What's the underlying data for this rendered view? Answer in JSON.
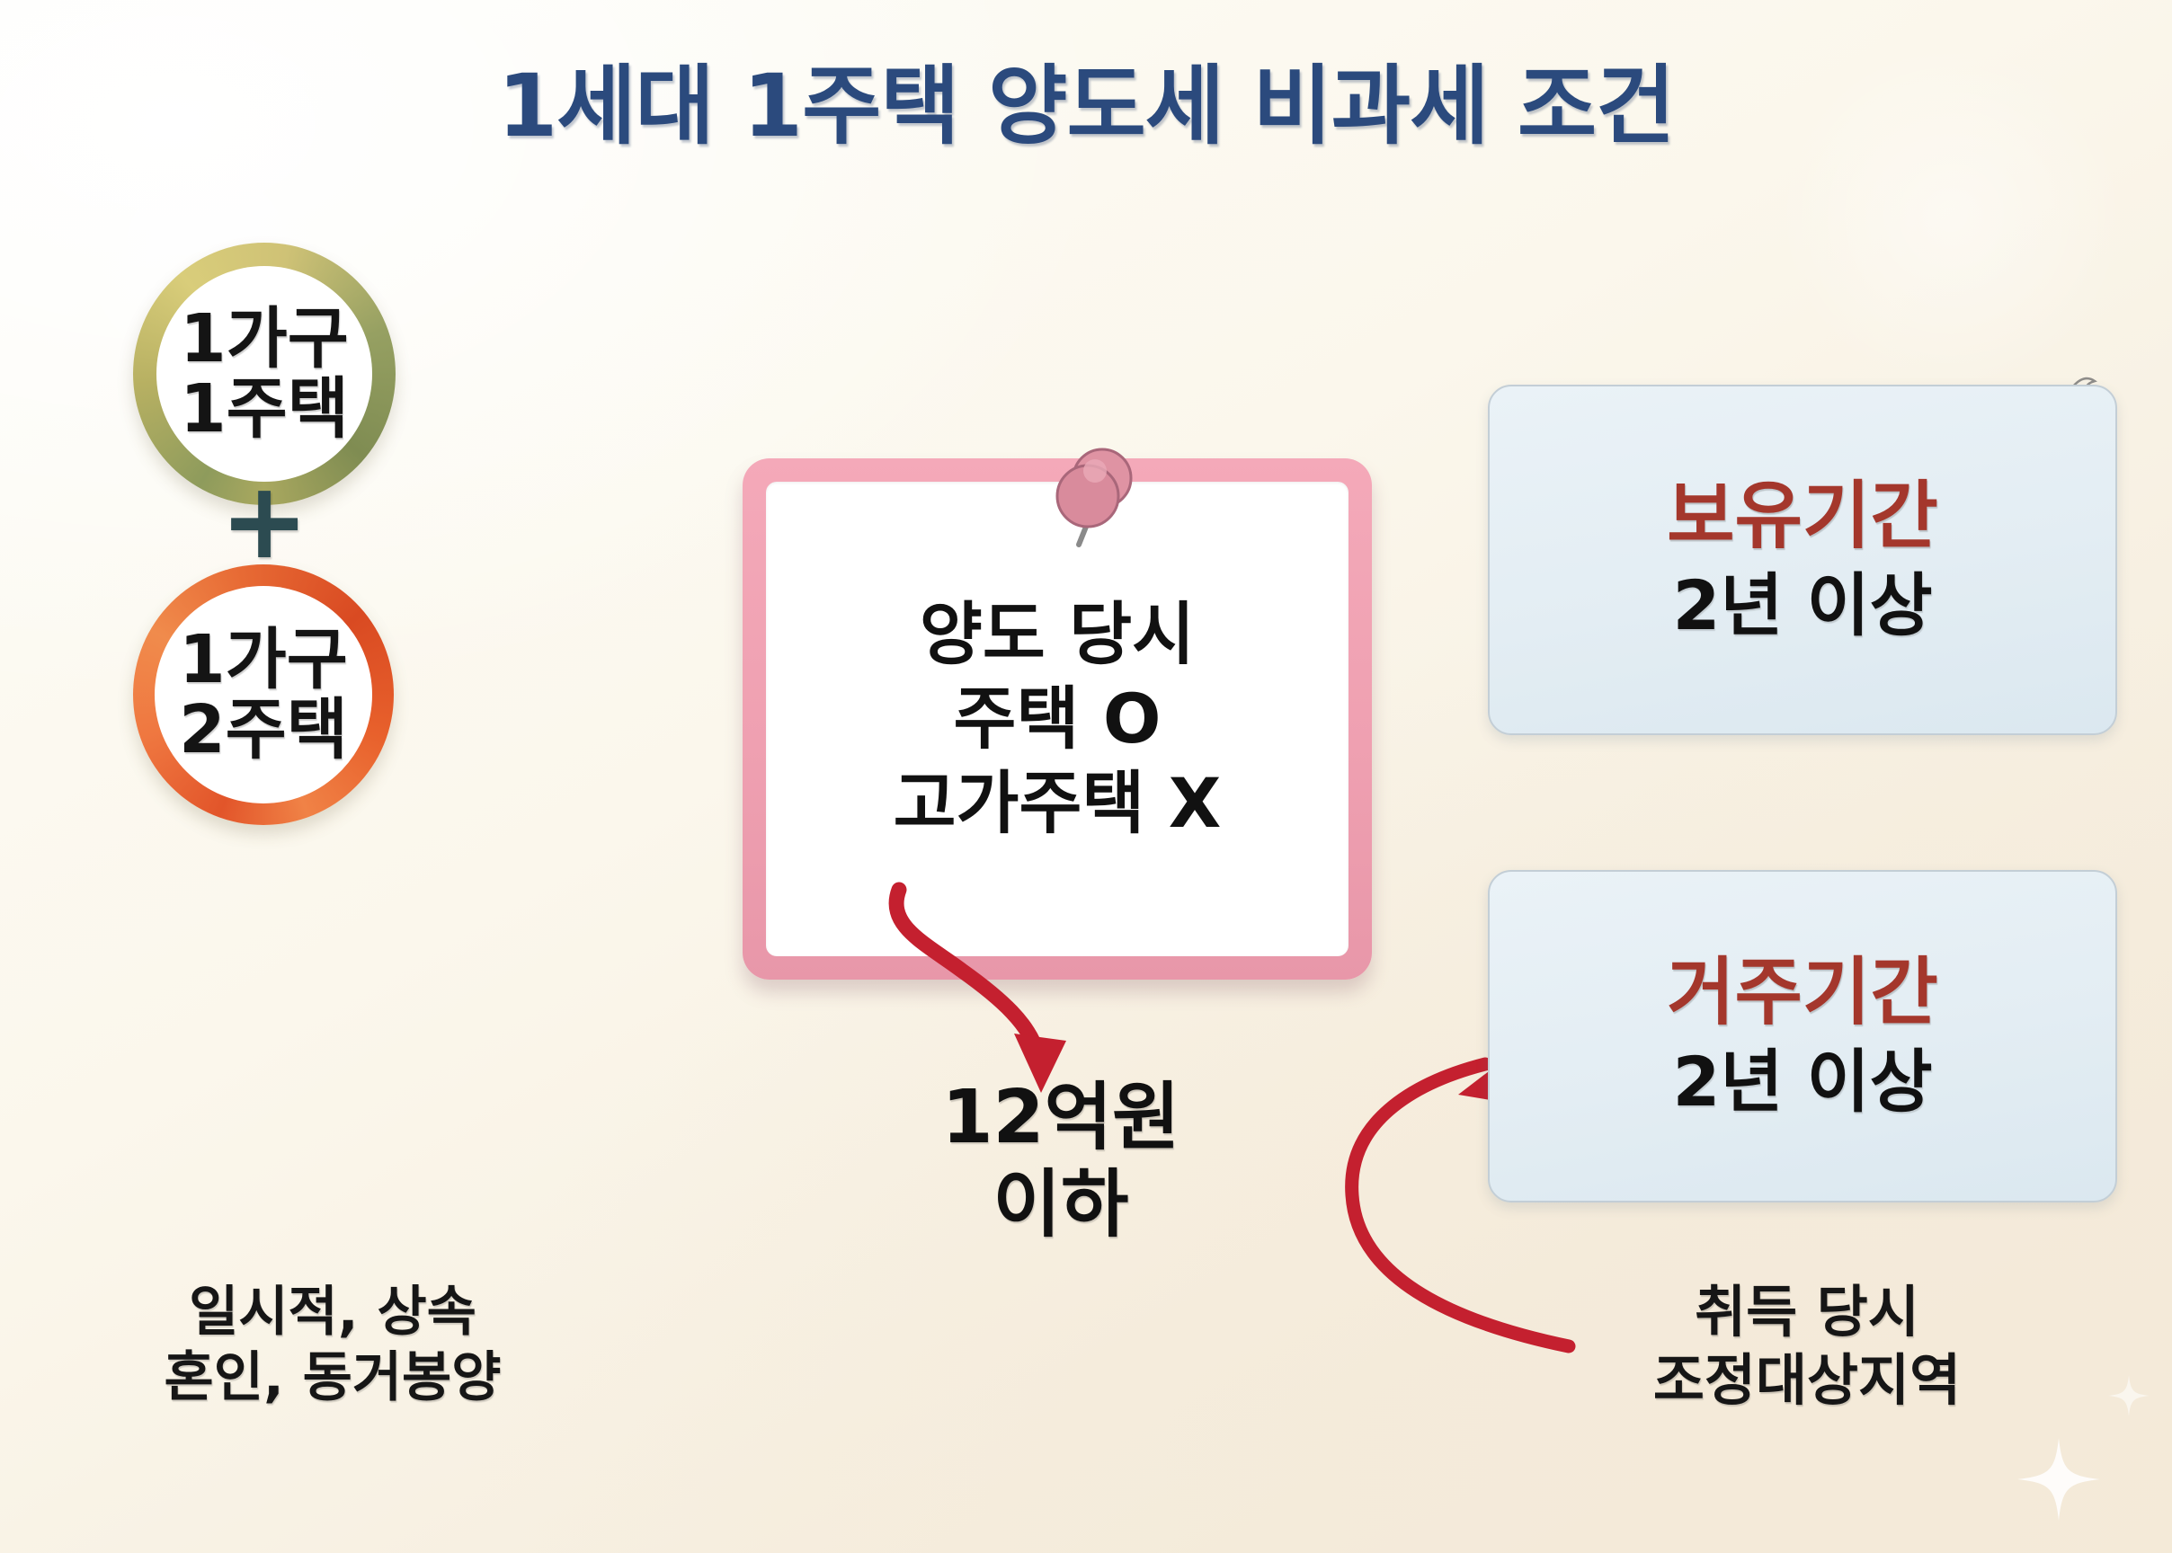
{
  "title": "1세대 1주택 양도세 비과세 조건",
  "colors": {
    "title": "#2b4a7d",
    "ring_green": "#8e9b5c",
    "ring_orange": "#e2552a",
    "plus": "#2c4b51",
    "card_border": "#efa0b1",
    "box_bg": "#e6eef3",
    "box_heading": "#a4372c",
    "arrow": "#c4202f",
    "background": "#f6eedf"
  },
  "left": {
    "circle_top": {
      "line1": "1가구",
      "line2": "1주택"
    },
    "plus": "+",
    "circle_bottom": {
      "line1": "1가구",
      "line2": "2주택"
    },
    "note": {
      "line1": "일시적, 상속",
      "line2": "혼인, 동거봉양"
    }
  },
  "middle": {
    "card": {
      "line1": "양도 당시",
      "line2": "주택 O",
      "line3": "고가주택 X"
    },
    "pin_icon": "pushpin-icon",
    "arrow_icon": "curved-arrow-down-icon",
    "amount": {
      "line1": "12억원",
      "line2": "이하"
    }
  },
  "right": {
    "box_holding": {
      "heading": "보유기간",
      "sub": "2년 이상"
    },
    "box_living": {
      "heading": "거주기간",
      "sub": "2년 이상"
    },
    "arrow_icon": "curved-arrow-up-icon",
    "note": {
      "line1": "취득 당시",
      "line2": "조정대상지역"
    }
  },
  "decor": {
    "sparkle_icon": "sparkle-star-icon"
  }
}
